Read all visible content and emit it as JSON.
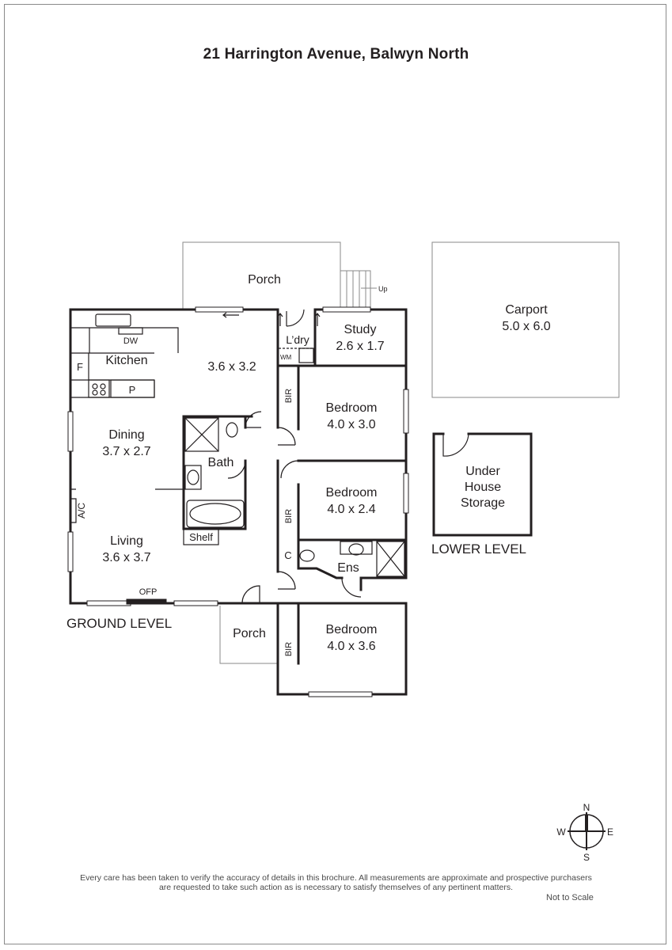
{
  "title": "21 Harrington Avenue, Balwyn North",
  "rooms": {
    "porch_top": "Porch",
    "up": "Up",
    "study": "Study",
    "study_dim": "2.6 x 1.7",
    "laundry": "L’dry",
    "wm": "WM",
    "kitchen": "Kitchen",
    "dw": "DW",
    "fridge": "F",
    "pantry": "P",
    "family_dim": "3.6 x 3.2",
    "bir1": "BIR",
    "bed1": "Bedroom",
    "bed1_dim": "4.0 x 3.0",
    "dining": "Dining",
    "dining_dim": "3.7 x 2.7",
    "bath": "Bath",
    "bed2": "Bedroom",
    "bed2_dim": "4.0 x 2.4",
    "bir2": "BIR",
    "ac": "A/C",
    "shelf": "Shelf",
    "living": "Living",
    "living_dim": "3.6 x 3.7",
    "linen": "C",
    "ens": "Ens",
    "ofp": "OFP",
    "porch_bottom": "Porch",
    "bir3": "BIR",
    "bed3": "Bedroom",
    "bed3_dim": "4.0 x 3.6",
    "carport": "Carport",
    "carport_dim": "5.0 x 6.0",
    "storage_l1": "Under",
    "storage_l2": "House",
    "storage_l3": "Storage"
  },
  "levels": {
    "ground": "GROUND LEVEL",
    "lower": "LOWER LEVEL"
  },
  "compass": {
    "n": "N",
    "e": "E",
    "s": "S",
    "w": "W"
  },
  "disclaimer": {
    "line1": "Every care has been taken to verify the accuracy of details in this brochure. All measurements are approximate and prospective purchasers",
    "line2": "are requested to take such action as is necessary to satisfy themselves of any pertinent matters."
  },
  "scale_note": "Not to Scale",
  "colors": {
    "wall": "#231f20",
    "thin": "#8a8a8a"
  }
}
